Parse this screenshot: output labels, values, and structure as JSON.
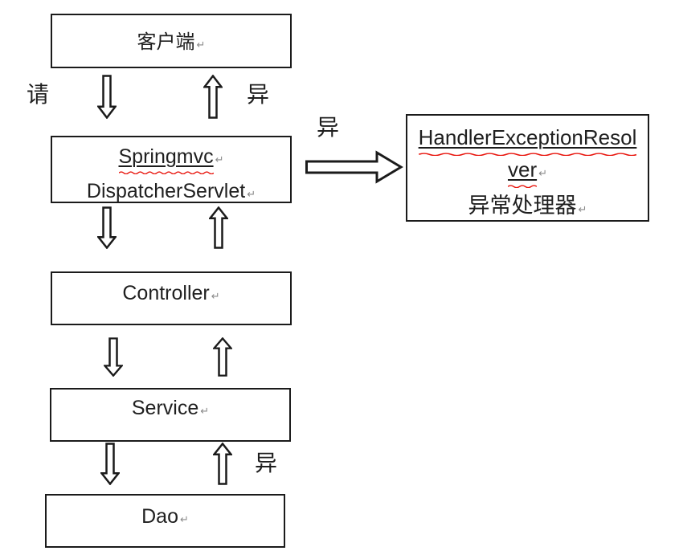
{
  "boxes": {
    "client": {
      "title": "客户端"
    },
    "dispatcher": {
      "line1": "Springmvc",
      "line2": "DispatcherServlet"
    },
    "controller": {
      "title": "Controller"
    },
    "service": {
      "title": "Service"
    },
    "dao": {
      "title": "Dao"
    },
    "resolver": {
      "line1": "HandlerExceptionResol",
      "line2": "ver",
      "line3": "异常处理器"
    }
  },
  "labels": {
    "request": "请",
    "exception_client": "异",
    "exception_resolver": "异",
    "exception_dao": "异"
  },
  "marks": {
    "return_mark": "↵"
  },
  "colors": {
    "line": "#1b1b1b",
    "spell": "#e8140c",
    "mark": "#8a8a8a",
    "background": "#ffffff"
  }
}
